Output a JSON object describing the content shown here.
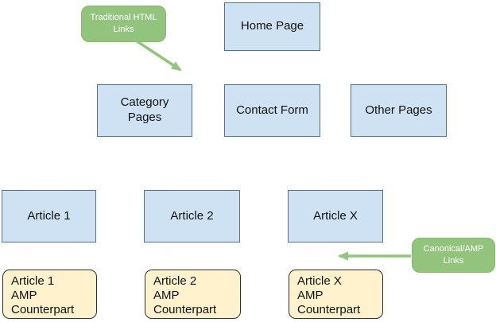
{
  "diagram": {
    "background": "#ffffff",
    "colors": {
      "page_fill": "#cfe2f3",
      "page_border": "#55708a",
      "amp_fill": "#fff2cc",
      "amp_border": "#2f2f2f",
      "annotation_fill": "#93c47d",
      "annotation_text": "#ffffff",
      "arrow": "#93c47d",
      "label_text": "#111111"
    },
    "nodes": {
      "home": {
        "label": "Home Page"
      },
      "category": {
        "label": "Category\nPages"
      },
      "contact": {
        "label": "Contact Form"
      },
      "other": {
        "label": "Other Pages"
      },
      "article1": {
        "label": "Article 1"
      },
      "article2": {
        "label": "Article 2"
      },
      "articleX": {
        "label": "Article X"
      },
      "amp1": {
        "label": "Article 1\nAMP\nCounterpart"
      },
      "amp2": {
        "label": "Article 2\nAMP\nCounterpart"
      },
      "ampX": {
        "label": "Article X\nAMP\nCounterpart"
      }
    },
    "annotations": {
      "traditional": {
        "label": "Traditional HTML\nLinks"
      },
      "canonical": {
        "label": "Canonical/AMP\nLinks"
      }
    }
  }
}
